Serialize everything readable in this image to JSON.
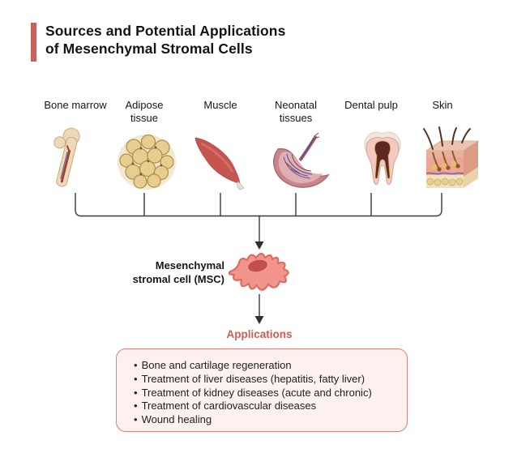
{
  "title": {
    "lines": [
      "Sources and Potential Applications",
      "of Mesenchymal Stromal Cells"
    ]
  },
  "sources": [
    {
      "label": [
        "Bone marrow"
      ],
      "icon": "bone-marrow-icon"
    },
    {
      "label": [
        "Adipose",
        "tissue"
      ],
      "icon": "adipose-tissue-icon"
    },
    {
      "label": [
        "Muscle"
      ],
      "icon": "muscle-icon"
    },
    {
      "label": [
        "Neonatal",
        "tissues"
      ],
      "icon": "neonatal-tissues-icon"
    },
    {
      "label": [
        "Dental pulp"
      ],
      "icon": "dental-pulp-icon"
    },
    {
      "label": [
        "Skin"
      ],
      "icon": "skin-icon"
    }
  ],
  "msc": {
    "label": [
      "Mesenchymal",
      "stromal cell (MSC)"
    ]
  },
  "applications": {
    "heading": "Applications",
    "bullet": "•",
    "items": [
      "Bone and cartilage regeneration",
      "Treatment of liver diseases (hepatitis, fatty liver)",
      "Treatment of kidney diseases (acute and chronic)",
      "Treatment of cardiovascular diseases",
      "Wound healing"
    ]
  },
  "colors": {
    "accent_bar": "#c4625f",
    "applications_red": "#d05b56",
    "box_border": "#db817c",
    "box_bg": "#fcf1ef",
    "cell_body": "#f0948c",
    "cell_outline": "#e06a60",
    "cell_nucleus": "#c14f4a",
    "connector": "#3a3a3a"
  }
}
